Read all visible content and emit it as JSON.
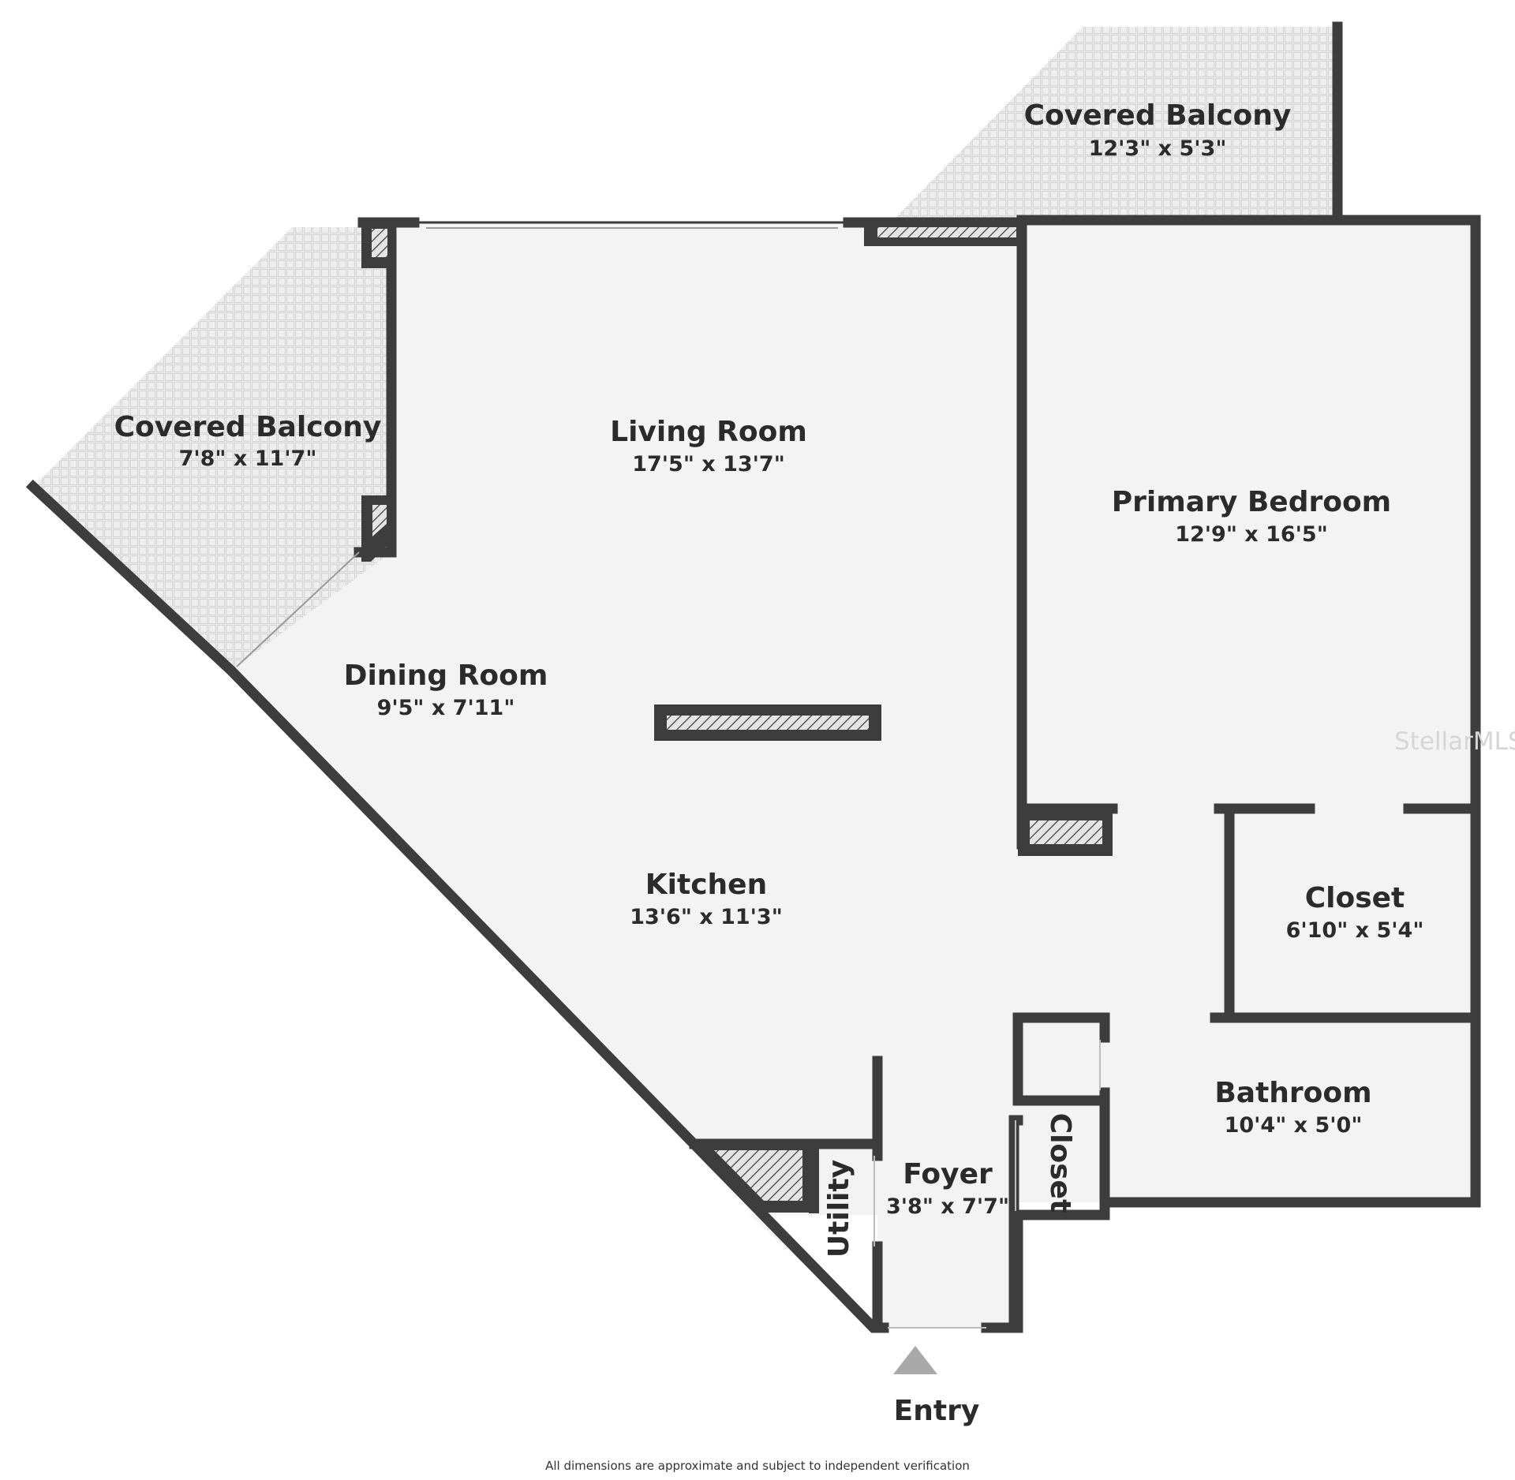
{
  "rooms": {
    "balcony_top": {
      "name": "Covered Balcony",
      "dims": "12'3\" x 5'3\""
    },
    "balcony_left": {
      "name": "Covered Balcony",
      "dims": "7'8\" x 11'7\""
    },
    "living": {
      "name": "Living Room",
      "dims": "17'5\" x 13'7\""
    },
    "primary_bedroom": {
      "name": "Primary Bedroom",
      "dims": "12'9\" x 16'5\""
    },
    "dining": {
      "name": "Dining Room",
      "dims": "9'5\" x 7'11\""
    },
    "kitchen": {
      "name": "Kitchen",
      "dims": "13'6\" x 11'3\""
    },
    "closet_bedroom": {
      "name": "Closet",
      "dims": "6'10\" x 5'4\""
    },
    "bathroom": {
      "name": "Bathroom",
      "dims": "10'4\" x 5'0\""
    },
    "foyer": {
      "name": "Foyer",
      "dims": "3'8\" x 7'7\""
    },
    "utility": {
      "name": "Utility"
    },
    "closet_foyer": {
      "name": "Closet"
    }
  },
  "entry_label": "Entry",
  "footer_note": "All dimensions are approximate and subject to independent verification",
  "watermark": "StellarMLS",
  "colors": {
    "wall": "#3d3d3d",
    "floor": "#f3f3f3",
    "balcony": "#ececec",
    "text": "#2b2b2b",
    "entry_arrow": "#a9a9a9"
  }
}
